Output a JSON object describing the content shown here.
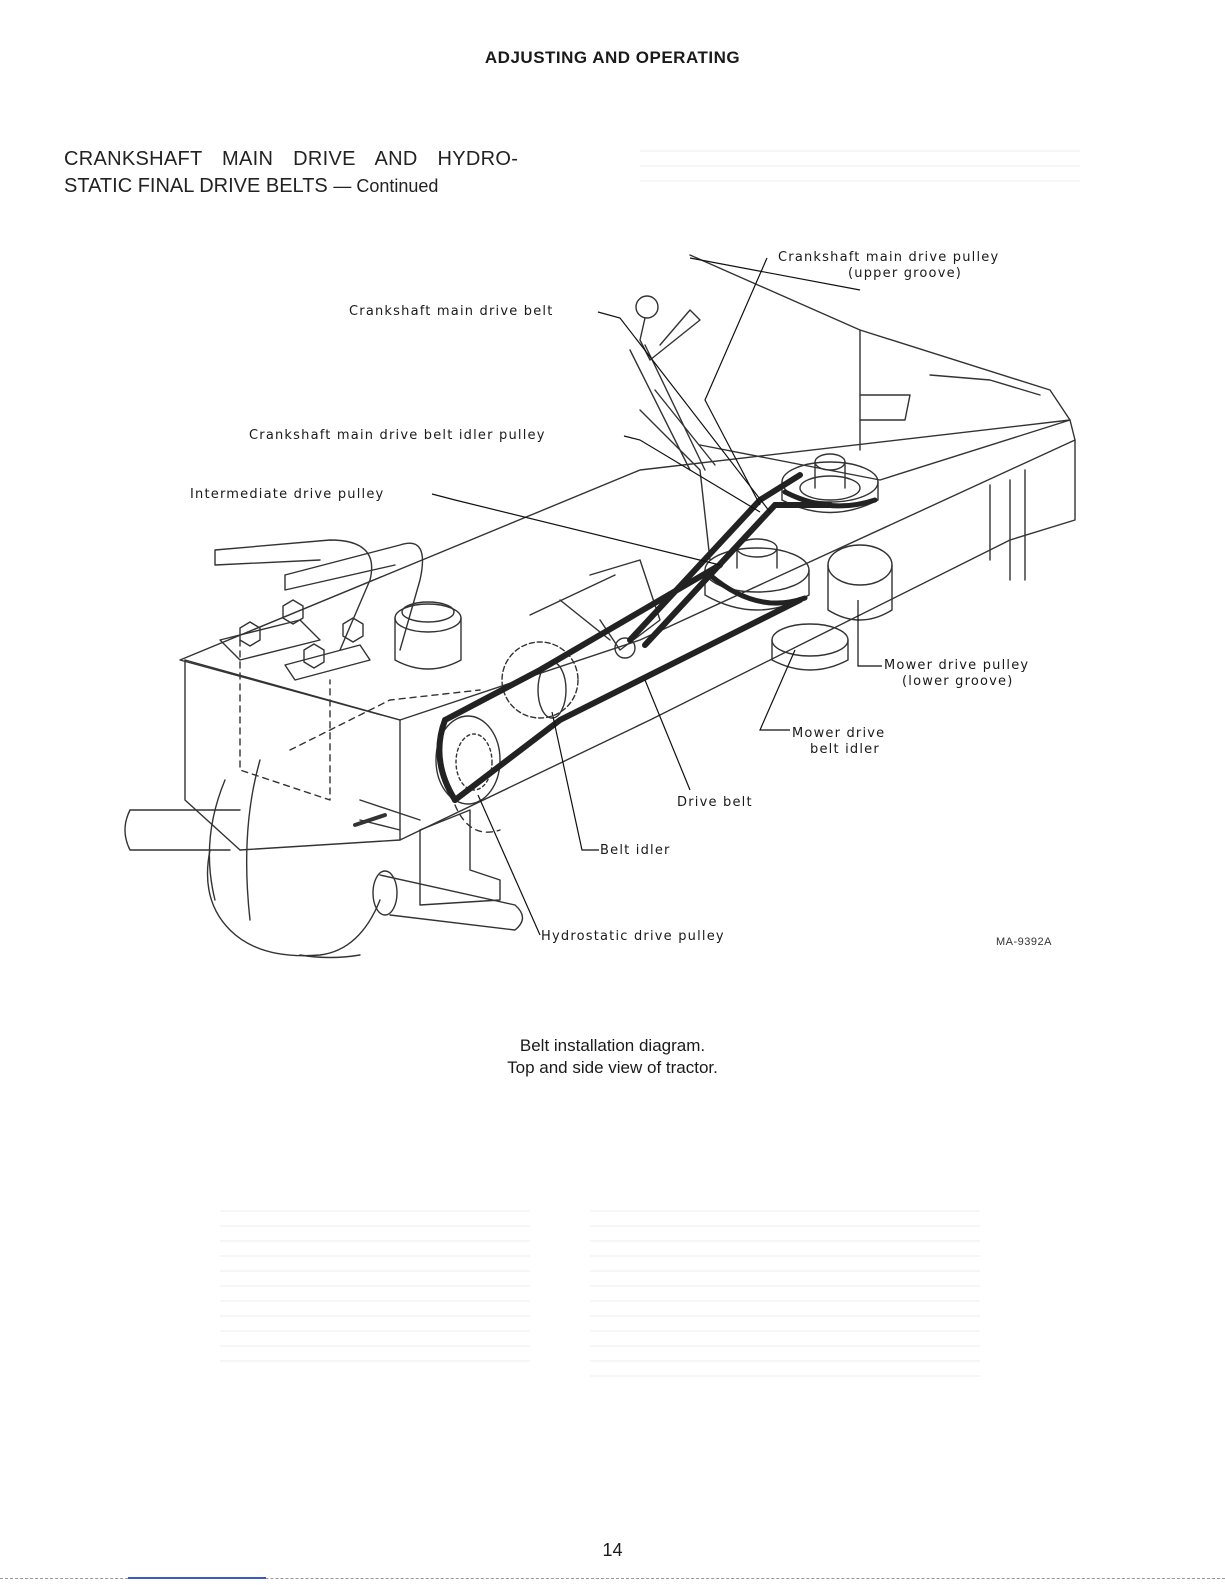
{
  "page": {
    "running_head": "ADJUSTING AND OPERATING",
    "section_title_line1": "CRANKSHAFT MAIN DRIVE AND HYDRO-",
    "section_title_line2": "STATIC FINAL DRIVE BELTS",
    "section_title_continued": "— Continued",
    "page_number": "14"
  },
  "figure": {
    "id": "MA-9392A",
    "caption_line1": "Belt installation diagram.",
    "caption_line2": "Top and side view of tractor.",
    "callouts": {
      "crankshaft_pulley_line1": "Crankshaft main drive pulley",
      "crankshaft_pulley_line2": "(upper groove)",
      "crankshaft_belt": "Crankshaft main drive belt",
      "crankshaft_idler": "Crankshaft main drive belt idler pulley",
      "intermediate_pulley": "Intermediate drive pulley",
      "mower_pulley_line1": "Mower drive pulley",
      "mower_pulley_line2": "(lower groove)",
      "mower_idler_line1": "Mower drive",
      "mower_idler_line2": "belt idler",
      "drive_belt": "Drive belt",
      "belt_idler": "Belt idler",
      "hydrostatic_pulley": "Hydrostatic drive pulley"
    }
  },
  "colors": {
    "ink": "#1a1a1a",
    "belt": "#222222",
    "frame_line": "#333333",
    "scanbar_accent": "#3a5bc7"
  }
}
